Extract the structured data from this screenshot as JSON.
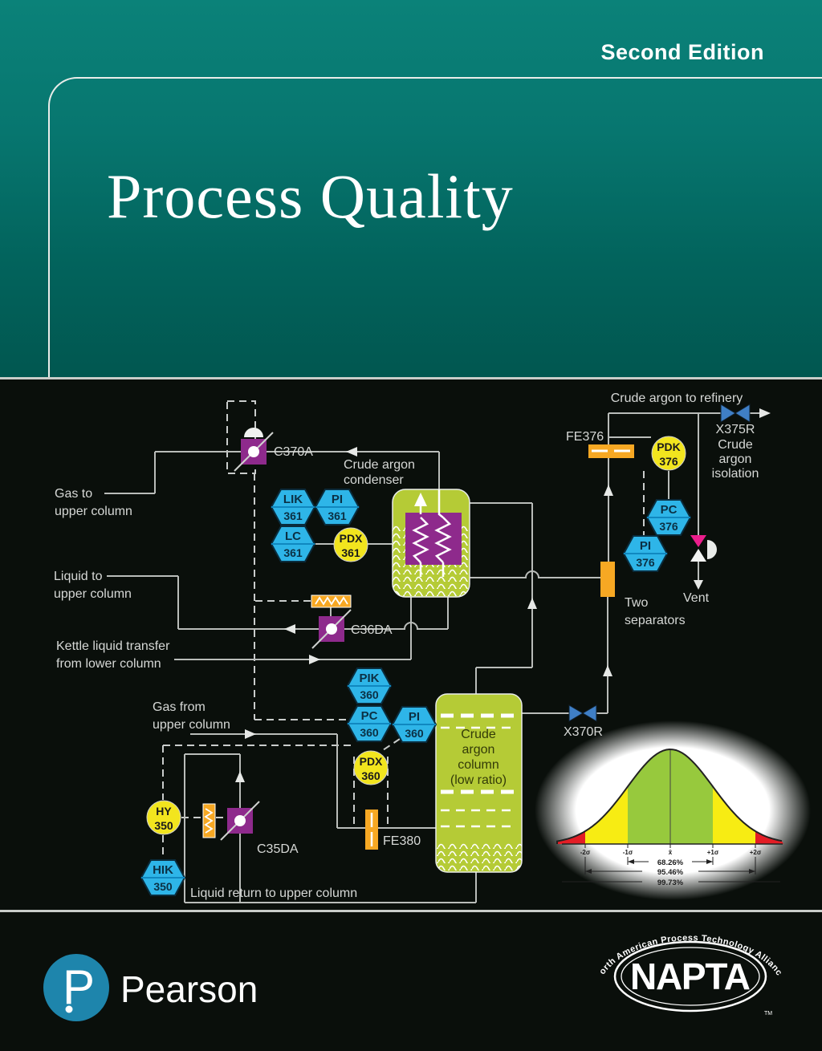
{
  "cover": {
    "edition": "Second Edition",
    "title": "Process Quality"
  },
  "footer": {
    "publisher": "Pearson",
    "napta_name": "NAPTA",
    "napta_arc": "North American Process Technology Alliance",
    "napta_tm": "TM"
  },
  "palette": {
    "teal_header": "#0b8279",
    "dark_background": "#0a0f0b",
    "instrument_hexagon_blue": "#2eb5e8",
    "instrument_circle_yellow": "#f2e51e",
    "control_valve_purple": "#8e2a8c",
    "vessel_green": "#b5cb36",
    "flow_element_orange": "#f7a823",
    "isolation_valve_blue": "#3f7fc6",
    "vent_valve_magenta": "#ec1e8c",
    "pipe_line_gray": "#b9bcb9",
    "pearson_blue": "#1e85ac"
  },
  "diagram": {
    "streams": {
      "crude_to_refinery": "Crude argon to refinery",
      "gas_to_upper": [
        "Gas to",
        "upper column"
      ],
      "liquid_to_upper": [
        "Liquid to",
        "upper column"
      ],
      "kettle": [
        "Kettle liquid transfer",
        "from lower column"
      ],
      "gas_from_upper": [
        "Gas from",
        "upper column"
      ],
      "liquid_return": "Liquid return to upper column",
      "vent": "Vent",
      "two_separators": [
        "Two",
        "separators"
      ],
      "condenser": [
        "Crude argon",
        "condenser"
      ],
      "column": [
        "Crude",
        "argon",
        "column",
        "(low ratio)"
      ],
      "x375r_caption": [
        "X375R",
        "Crude",
        "argon",
        "isolation"
      ],
      "x370r": "X370R"
    },
    "valves": {
      "c370a": "C370A",
      "c36da": "C36DA",
      "c35da": "C35DA"
    },
    "flow_elements": {
      "fe376": "FE376",
      "fe380": "FE380"
    },
    "instruments": [
      {
        "tag": "LIK",
        "num": "361"
      },
      {
        "tag": "PI",
        "num": "361"
      },
      {
        "tag": "LC",
        "num": "361"
      },
      {
        "tag": "PIK",
        "num": "360"
      },
      {
        "tag": "PC",
        "num": "360"
      },
      {
        "tag": "PI",
        "num": "360"
      },
      {
        "tag": "HIK",
        "num": "350"
      },
      {
        "tag": "PC",
        "num": "376"
      },
      {
        "tag": "PI",
        "num": "376"
      }
    ],
    "round_instruments": [
      {
        "tag": "PDX",
        "num": "361"
      },
      {
        "tag": "PDX",
        "num": "360"
      },
      {
        "tag": "HY",
        "num": "350"
      },
      {
        "tag": "PDK",
        "num": "376"
      }
    ]
  },
  "chart_data": {
    "type": "area",
    "distribution": "normal",
    "title": "",
    "x_tick_labels": [
      "-2σ",
      "-1σ",
      "x̄",
      "+1σ",
      "+2σ"
    ],
    "coverage": [
      {
        "interval": "±1σ",
        "pct": "68.26%"
      },
      {
        "interval": "±2σ",
        "pct": "95.46%"
      },
      {
        "interval": "±3σ",
        "pct": "99.73%"
      }
    ],
    "band_colors": {
      "within_1sigma": "#97c93d",
      "within_2sigma": "#f7ec13",
      "beyond_2sigma": "#e31d25"
    }
  }
}
